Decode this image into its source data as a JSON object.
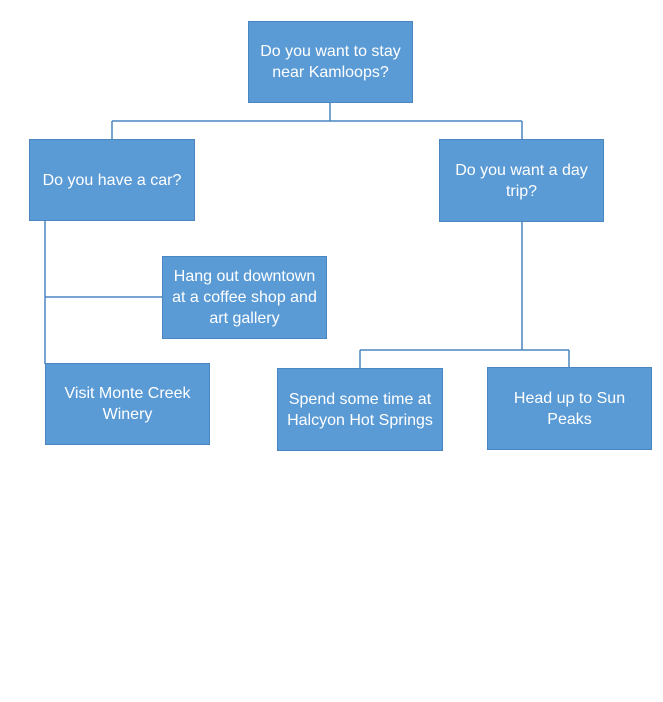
{
  "nodes": {
    "root": "Do you want to stay near Kamloops?",
    "car": "Do you have a car?",
    "day_trip": "Do you want a day trip?",
    "downtown": "Hang out downtown at a coffee shop and art gallery",
    "winery": "Visit Monte Creek Winery",
    "hot_springs": "Spend some time at Halcyon Hot Springs",
    "sun_peaks": "Head up to Sun Peaks"
  },
  "colors": {
    "node_fill": "#5b9bd5",
    "node_text": "#ffffff",
    "connector": "#4a86c0",
    "background": "#ffffff"
  }
}
